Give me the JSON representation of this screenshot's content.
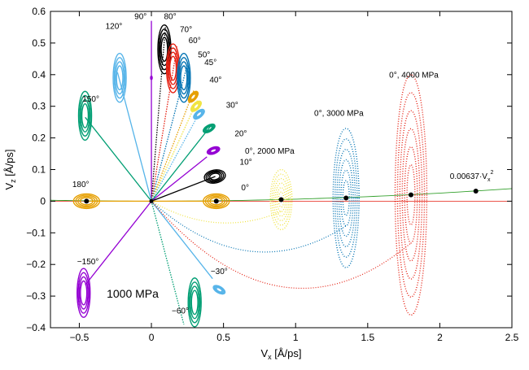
{
  "chart_data": {
    "type": "line",
    "xlabel": "V",
    "xlabel_sub": "x",
    "xlabel_unit": "[Å/ps]",
    "ylabel": "V",
    "ylabel_sub": "z",
    "ylabel_unit": "[Å/ps]",
    "xlim": [
      -0.7,
      2.5
    ],
    "ylim": [
      -0.4,
      0.6
    ],
    "x_ticks": [
      -0.5,
      0,
      0.5,
      1,
      1.5,
      2,
      2.5
    ],
    "x_tick_labels": [
      "−0.5",
      "0",
      "0.5",
      "1",
      "1.5",
      "2",
      "2.5"
    ],
    "y_ticks": [
      -0.4,
      -0.3,
      -0.2,
      -0.1,
      0,
      0.1,
      0.2,
      0.3,
      0.4,
      0.5,
      0.6
    ],
    "y_tick_labels": [
      "−0.4",
      "−0.3",
      "−0.2",
      "−0.1",
      "0",
      "0.1",
      "0.2",
      "0.3",
      "0.4",
      "0.5",
      "0.6"
    ],
    "grid": false,
    "colors": {
      "c90": "#9400d3",
      "c80": "#000000",
      "c70": "#e51e10",
      "c60": "#0072b2",
      "c50": "#e69f00",
      "c45": "#f0e442",
      "c40": "#56b4e9",
      "c30": "#009e73",
      "c20": "#9400d3",
      "c10": "#000000",
      "c0": "#e69f00",
      "c120": "#56b4e9",
      "c150": "#009e73",
      "c180": "#e69f00",
      "cm150": "#9400d3",
      "cm60": "#009e73",
      "cm30": "#56b4e9",
      "c2000": "#f0e442",
      "c3000": "#0072b2",
      "c4000": "#e51e10",
      "fit": "#33a02c",
      "zero": "#e51e10"
    },
    "impacts": [
      {
        "label": "90°",
        "angle": 90,
        "speed": 0.57,
        "color_key": "c90",
        "center": [
          0.0,
          0.39
        ]
      },
      {
        "label": "80°",
        "angle": 80,
        "speed": 0.57,
        "color_key": "c80",
        "center": [
          0.09,
          0.48
        ]
      },
      {
        "label": "70°",
        "angle": 70,
        "speed": 0.52,
        "color_key": "c70",
        "center": [
          0.15,
          0.42
        ]
      },
      {
        "label": "60°",
        "angle": 60,
        "speed": 0.5,
        "color_key": "c60",
        "center": [
          0.225,
          0.39
        ]
      },
      {
        "label": "50°",
        "angle": 50,
        "speed": 0.46,
        "color_key": "c50",
        "center": [
          0.29,
          0.33
        ]
      },
      {
        "label": "45°",
        "angle": 45,
        "speed": 0.45,
        "color_key": "c45",
        "center": [
          0.31,
          0.3
        ]
      },
      {
        "label": "40°",
        "angle": 40,
        "speed": 0.42,
        "color_key": "c40",
        "center": [
          0.33,
          0.275
        ]
      },
      {
        "label": "30°",
        "angle": 30,
        "speed": 0.49,
        "color_key": "c30",
        "center": [
          0.4,
          0.23
        ]
      },
      {
        "label": "20°",
        "angle": 20,
        "speed": 0.41,
        "color_key": "c20",
        "center": [
          0.43,
          0.16
        ]
      },
      {
        "label": "10°",
        "angle": 10,
        "speed": 0.45,
        "color_key": "c10",
        "center": [
          0.44,
          0.078
        ]
      },
      {
        "label": "0°",
        "angle": 0,
        "speed": 0.45,
        "color_key": "c0",
        "center": [
          0.45,
          0.0
        ]
      },
      {
        "label": "120°",
        "angle": 120,
        "speed": 0.47,
        "color_key": "c120",
        "center": [
          -0.22,
          0.39
        ]
      },
      {
        "label": "150°",
        "angle": 150,
        "speed": 0.53,
        "color_key": "c150",
        "center": [
          -0.46,
          0.27
        ]
      },
      {
        "label": "180°",
        "angle": 180,
        "speed": 0.45,
        "color_key": "c180",
        "center": [
          -0.45,
          0.0
        ]
      },
      {
        "label": "−150°",
        "angle": -150,
        "speed": 0.53,
        "color_key": "cm150",
        "center": [
          -0.47,
          -0.29
        ]
      },
      {
        "label": "−60°",
        "angle": -60,
        "speed": 0.45,
        "color_key": "cm60",
        "center": [
          0.3,
          -0.32
        ]
      },
      {
        "label": "−30°",
        "angle": -30,
        "speed": 0.49,
        "color_key": "cm30",
        "center": [
          0.47,
          -0.28
        ]
      }
    ],
    "high_pressure": [
      {
        "label": "0°, 2000 MPa",
        "color_key": "c2000",
        "center": [
          0.9,
          0.005
        ],
        "rx": 0.075,
        "ry": 0.095
      },
      {
        "label": "0°, 3000 MPa",
        "color_key": "c3000",
        "center": [
          1.35,
          0.01
        ],
        "rx": 0.09,
        "ry": 0.22
      },
      {
        "label": "0°, 4000 MPa",
        "color_key": "c4000",
        "center": [
          1.8,
          0.02
        ],
        "rx": 0.11,
        "ry": 0.38
      }
    ],
    "fit_label": "0.00637·V",
    "fit_label_sub": "x",
    "fit_label_sup": "2",
    "fit_coeff": 0.00637,
    "fit_points": [
      [
        0.45,
        0.0
      ],
      [
        0.9,
        0.005
      ],
      [
        1.35,
        0.01
      ],
      [
        1.8,
        0.02
      ],
      [
        2.25,
        0.032
      ]
    ],
    "pressure_label": "1000 MPa"
  }
}
